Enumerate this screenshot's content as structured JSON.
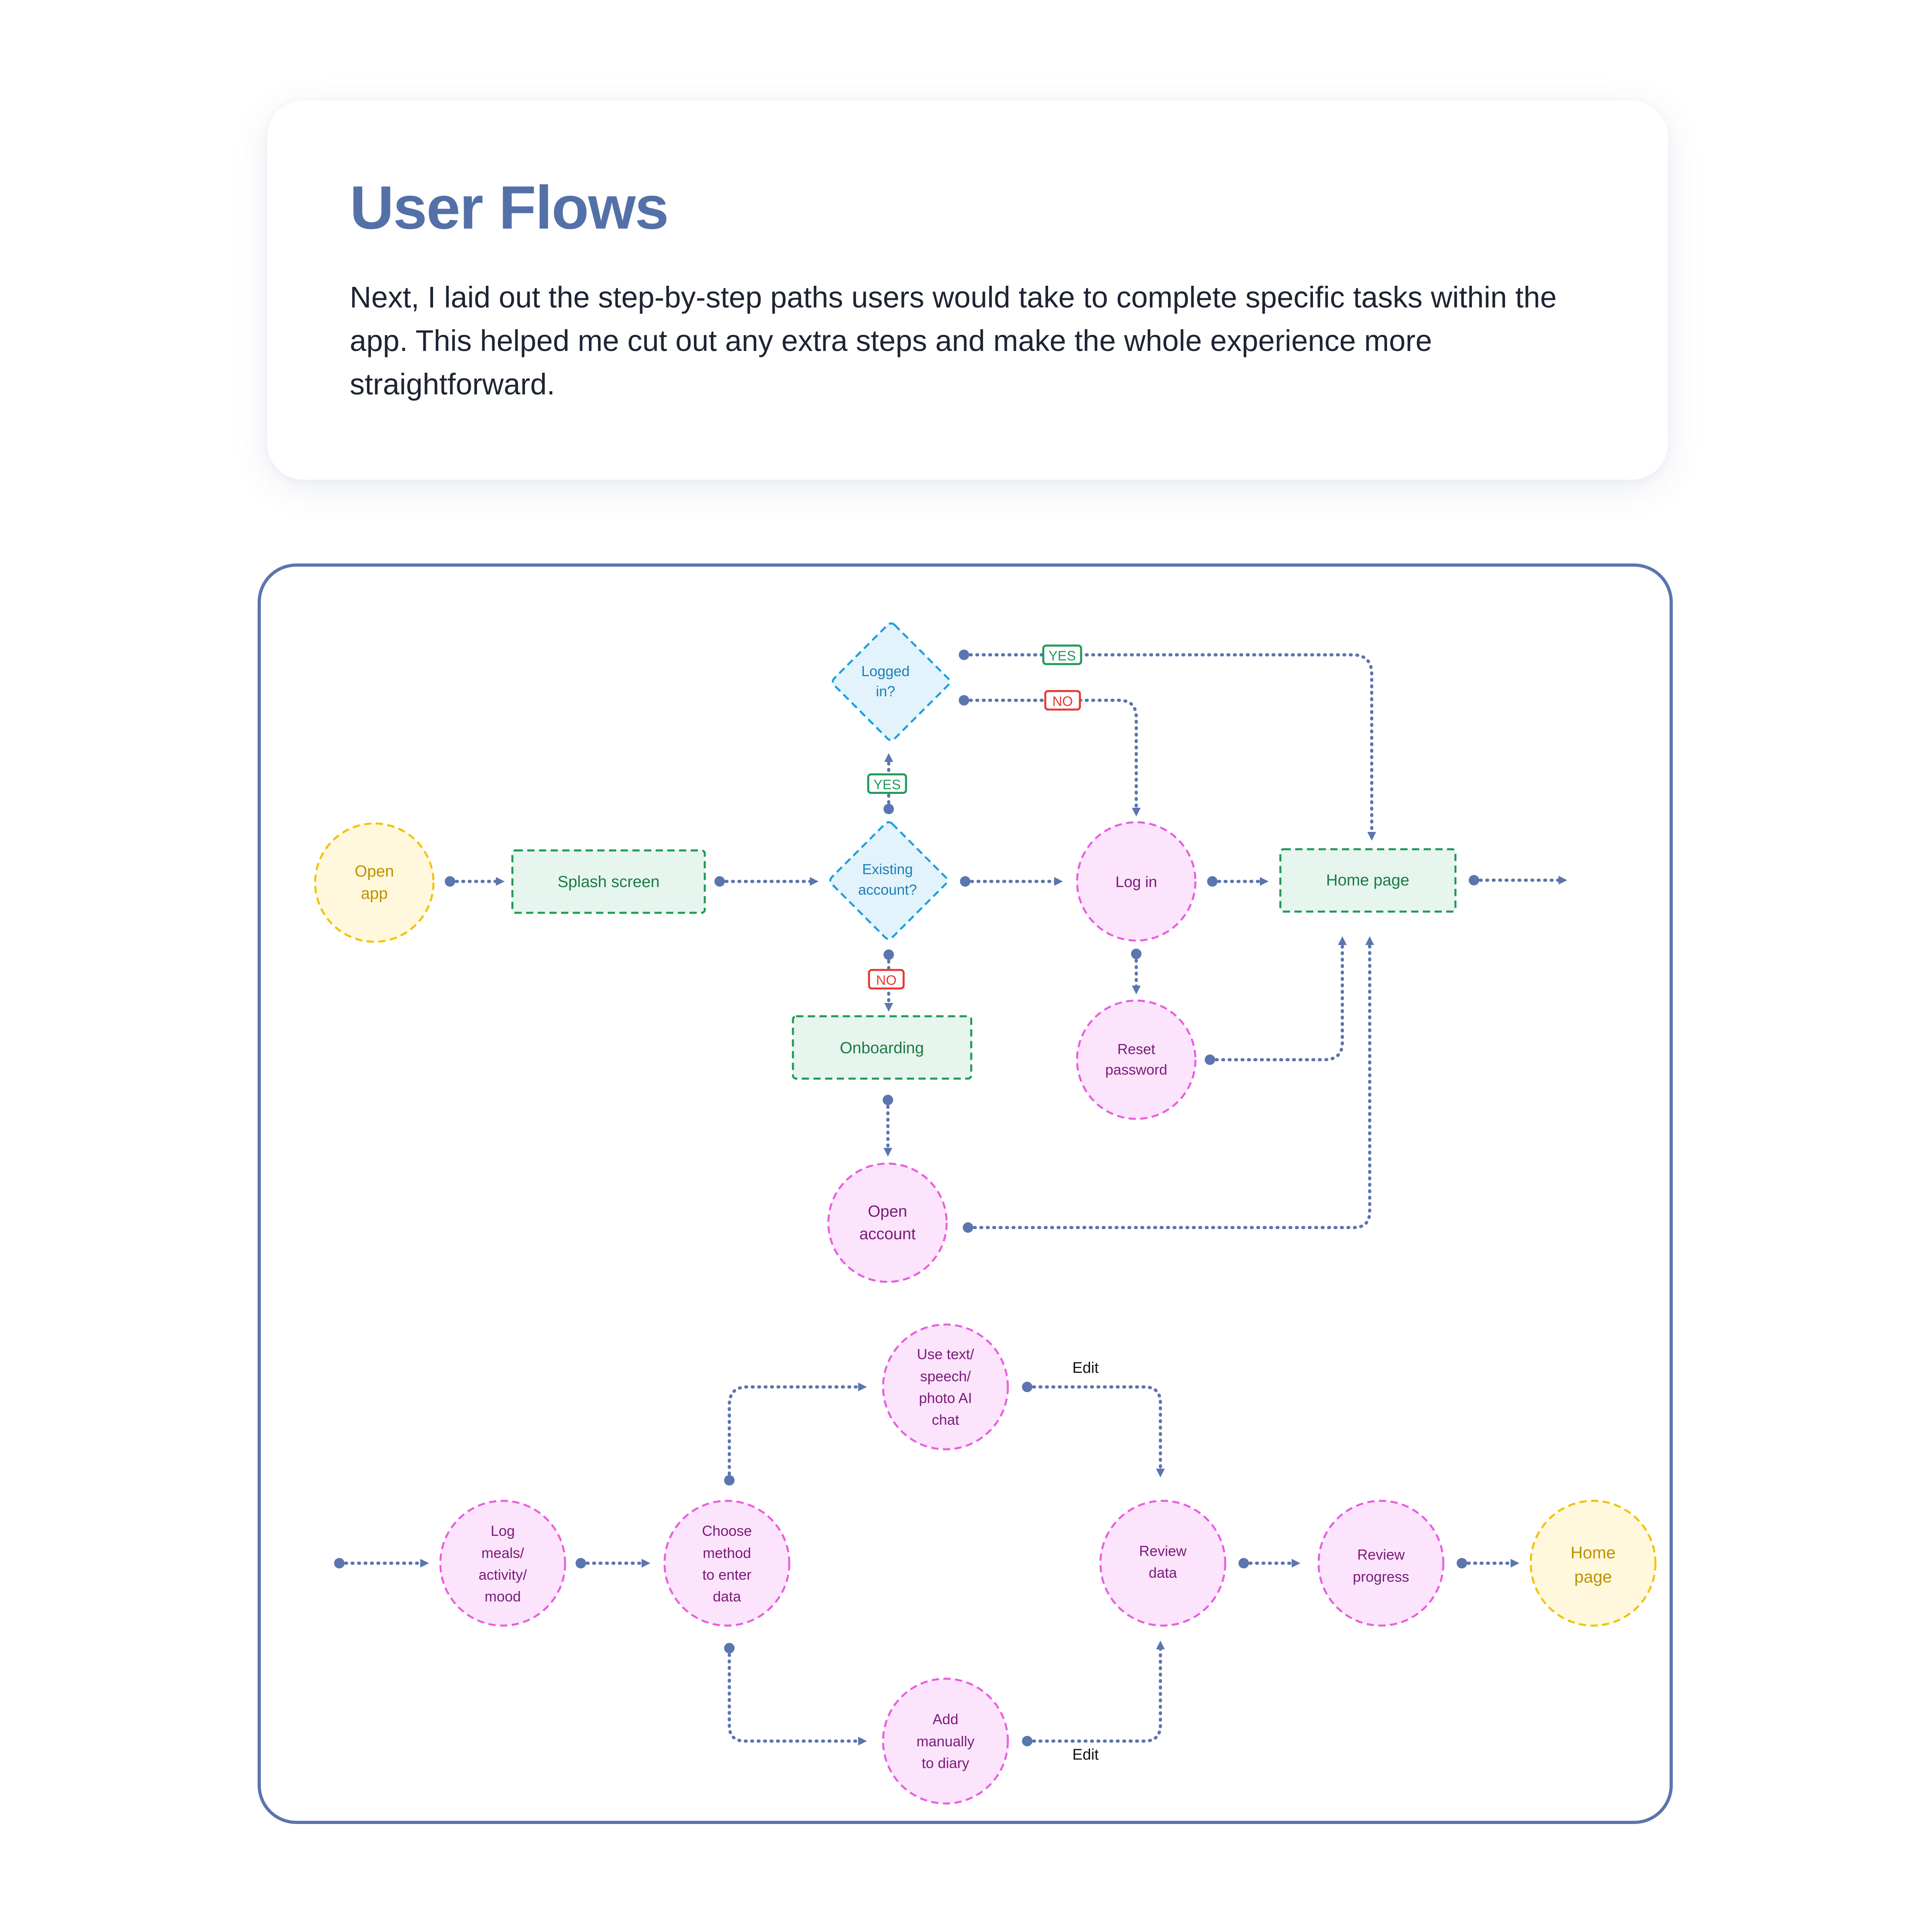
{
  "header": {
    "title": "User Flows",
    "description": "Next, I laid out the step-by-step paths users would take to complete specific tasks within the app. This helped me cut out any extra steps and make the whole experience more straightforward."
  },
  "colors": {
    "accent": "#5470a8",
    "connector": "#5b75ae",
    "start_end_fill": "#fff8dc",
    "start_end_stroke": "#f2c200",
    "start_end_text": "#c09000",
    "screen_fill": "#e6f5ee",
    "screen_stroke": "#1d9a55",
    "screen_text": "#1b7a45",
    "decision_fill": "#e2f3fc",
    "decision_stroke": "#1aa0e0",
    "decision_text": "#1a7fb8",
    "action_fill": "#fde4fd",
    "action_stroke": "#e85fdf",
    "action_text": "#7a1a78",
    "yes_color": "#1d9a55",
    "no_color": "#e53935"
  },
  "flow1": {
    "open_app": "Open app",
    "splash_screen": "Splash screen",
    "logged_in": "Logged in?",
    "existing_account": "Existing account?",
    "log_in": "Log in",
    "home_page": "Home page",
    "reset_password": "Reset password",
    "onboarding": "Onboarding",
    "open_account": "Open account",
    "label_yes": "YES",
    "label_no": "NO"
  },
  "flow2": {
    "log_meals": "Log meals/ activity/ mood",
    "choose_method": "Choose method to enter data",
    "use_ai": "Use text/ speech/ photo AI chat",
    "add_manually": "Add manually to diary",
    "review_data": "Review data",
    "review_progress": "Review progress",
    "home_page": "Home page",
    "edit_label": "Edit"
  }
}
